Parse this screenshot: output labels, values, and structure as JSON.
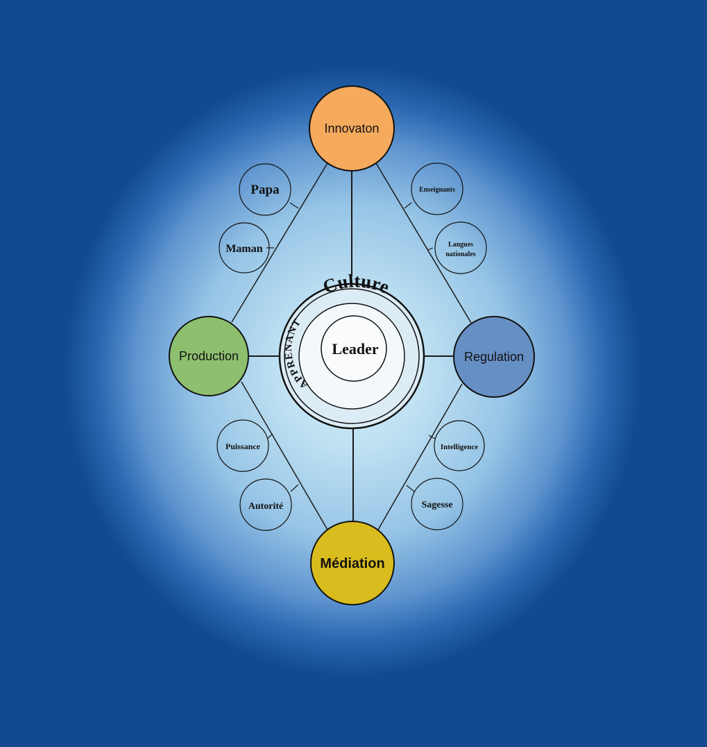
{
  "colors": {
    "background": "#124a8f",
    "innovation": "#f6aa5e",
    "production": "#8dbf6f",
    "regulation": "#668fc4",
    "mediation": "#d9bd1e"
  },
  "center": {
    "leader": "Leader",
    "apprenant": "APPRENANT",
    "culture": "Culture"
  },
  "poles": {
    "innovation": "Innovaton",
    "production": "Production",
    "regulation": "Regulation",
    "mediation": "Médiation"
  },
  "satellites": {
    "papa": "Papa",
    "maman": "Maman",
    "enseignants": "Enseignants",
    "langues_line1": "Langues",
    "langues_line2": "nationales",
    "puissance": "Puissance",
    "autorite": "Autorité",
    "intelligence": "Intelligence",
    "sagesse": "Sagesse"
  }
}
